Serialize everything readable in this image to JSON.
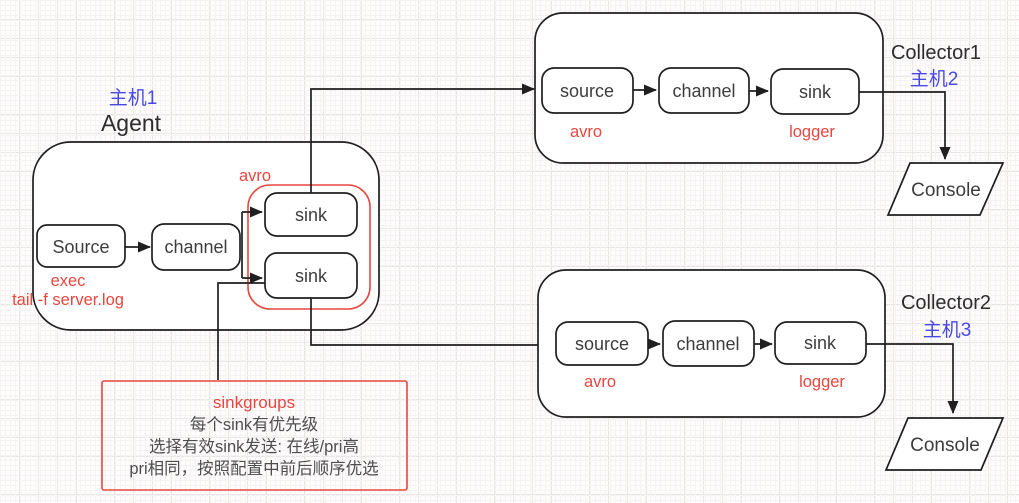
{
  "colors": {
    "accent_red": "#e84740",
    "host_blue": "#4949e8",
    "ink_black": "#1f1f1f"
  },
  "agent": {
    "host": "主机1",
    "title": "Agent",
    "source": "Source",
    "channel": "channel",
    "sink_top": "sink",
    "sink_bottom": "sink",
    "group_type": "avro",
    "source_type": "exec",
    "source_command": "tail -f server.log"
  },
  "collector1": {
    "title": "Collector1",
    "host": "主机2",
    "source": "source",
    "channel": "channel",
    "sink": "sink",
    "source_type": "avro",
    "sink_type": "logger",
    "output": "Console"
  },
  "collector2": {
    "title": "Collector2",
    "host": "主机3",
    "source": "source",
    "channel": "channel",
    "sink": "sink",
    "source_type": "avro",
    "sink_type": "logger",
    "output": "Console"
  },
  "note": {
    "title": "sinkgroups",
    "lines": [
      "每个sink有优先级",
      "选择有效sink发送: 在线/pri高",
      "pri相同，按照配置中前后顺序优选"
    ]
  }
}
